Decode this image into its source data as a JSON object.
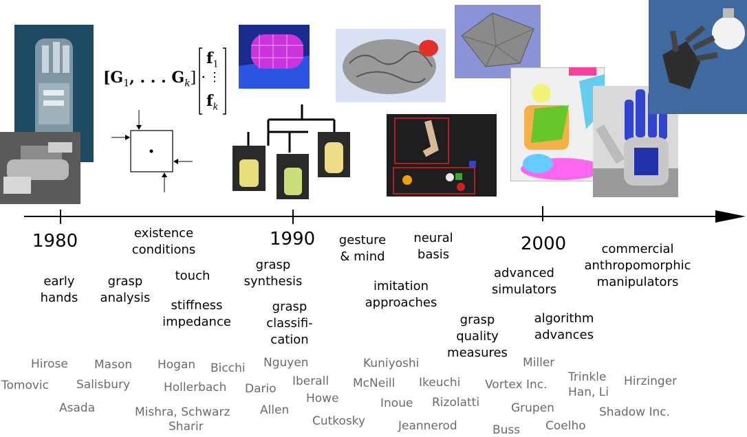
{
  "colors": {
    "axis": "#000000",
    "names": "#6b6b6b",
    "topics": "#000000"
  },
  "years": [
    {
      "label": "1980"
    },
    {
      "label": "1990"
    },
    {
      "label": "2000"
    }
  ],
  "topics": {
    "early_hands": [
      "early",
      "hands"
    ],
    "grasp_analysis": [
      "grasp",
      "analysis"
    ],
    "existence_conditions": [
      "existence",
      "conditions"
    ],
    "touch": [
      "touch"
    ],
    "stiffness_impedance": [
      "stiffness",
      "impedance"
    ],
    "grasp_synthesis": [
      "grasp",
      "synthesis"
    ],
    "grasp_classification": [
      "grasp",
      "classifi-",
      "cation"
    ],
    "gesture_mind": [
      "gesture",
      "& mind"
    ],
    "neural_basis": [
      "neural",
      "basis"
    ],
    "imitation_approaches": [
      "imitation",
      "approaches"
    ],
    "grasp_quality_measures": [
      "grasp",
      "quality",
      "measures"
    ],
    "advanced_simulators": [
      "advanced",
      "simulators"
    ],
    "algorithm_advances": [
      "algorithm",
      "advances"
    ],
    "commercial_manipulators": [
      "commercial",
      "anthropomorphic",
      "manipulators"
    ]
  },
  "names": {
    "hirose": "Hirose",
    "tomovic": "Tomovic",
    "asada": "Asada",
    "mason": "Mason",
    "salisbury": "Salisbury",
    "hogan": "Hogan",
    "bicchi": "Bicchi",
    "hollerbach": "Hollerbach",
    "mishra_schwarz": "Mishra, Schwarz",
    "sharir": "Sharir",
    "dario": "Dario",
    "allen": "Allen",
    "nguyen": "Nguyen",
    "iberall": "Iberall",
    "howe": "Howe",
    "cutkosky": "Cutkosky",
    "kuniyoshi": "Kuniyoshi",
    "mcneill": "McNeill",
    "ikeuchi": "Ikeuchi",
    "inoue": "Inoue",
    "rizolatti": "Rizolatti",
    "jeannerod": "Jeannerod",
    "miller": "Miller",
    "vortex": "Vortex Inc.",
    "grupen": "Grupen",
    "buss": "Buss",
    "coelho": "Coelho",
    "trinkle": "Trinkle",
    "han_li": "Han, Li",
    "hirzinger": "Hirzinger",
    "shadow": "Shadow Inc."
  },
  "formula": {
    "prefix": "[G",
    "sub1": "1",
    "dots": ", . . . G",
    "subk": "k",
    "suffix": "] ·",
    "f1": "f",
    "f1sub": "1",
    "vdots": "⋮",
    "fk": "f",
    "fksub": "k"
  },
  "icons": [
    "robot-hand-photo",
    "grasp-force-diagram",
    "grasp-taxonomy-tree",
    "brain-image",
    "polyhedron-render",
    "simulator-render",
    "anthropomorphic-hand-render",
    "lightbulb-hand-photo"
  ]
}
